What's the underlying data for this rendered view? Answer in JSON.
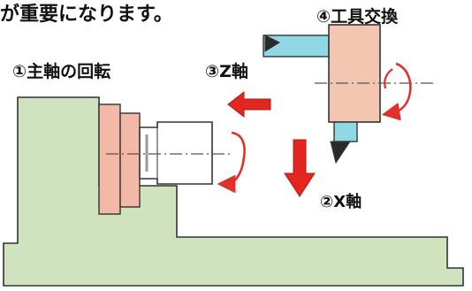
{
  "texts": {
    "top_fragment": "が重要になります。",
    "tool_change": "④工具交換",
    "spindle_rotation": "①主軸の回転",
    "z_axis": "③Z軸",
    "x_axis": "②X軸"
  },
  "colors": {
    "machine_bed": "#cfe3bf",
    "spindle_chuck": "#f3b9a6",
    "workpiece": "#ffffff",
    "tool_post": "#f3c6b2",
    "tool_shank": "#8fd9e6",
    "insert": "#2b2b2b",
    "arrow_red": "#e32620",
    "rotation_red": "#e0302a",
    "outline": "#333333",
    "centerline": "#555555"
  },
  "icons": {
    "rotation_arrows": "circular-rotation-arrow-icon",
    "z_arrow": "left-arrow-icon",
    "x_arrow": "down-arrow-icon"
  }
}
